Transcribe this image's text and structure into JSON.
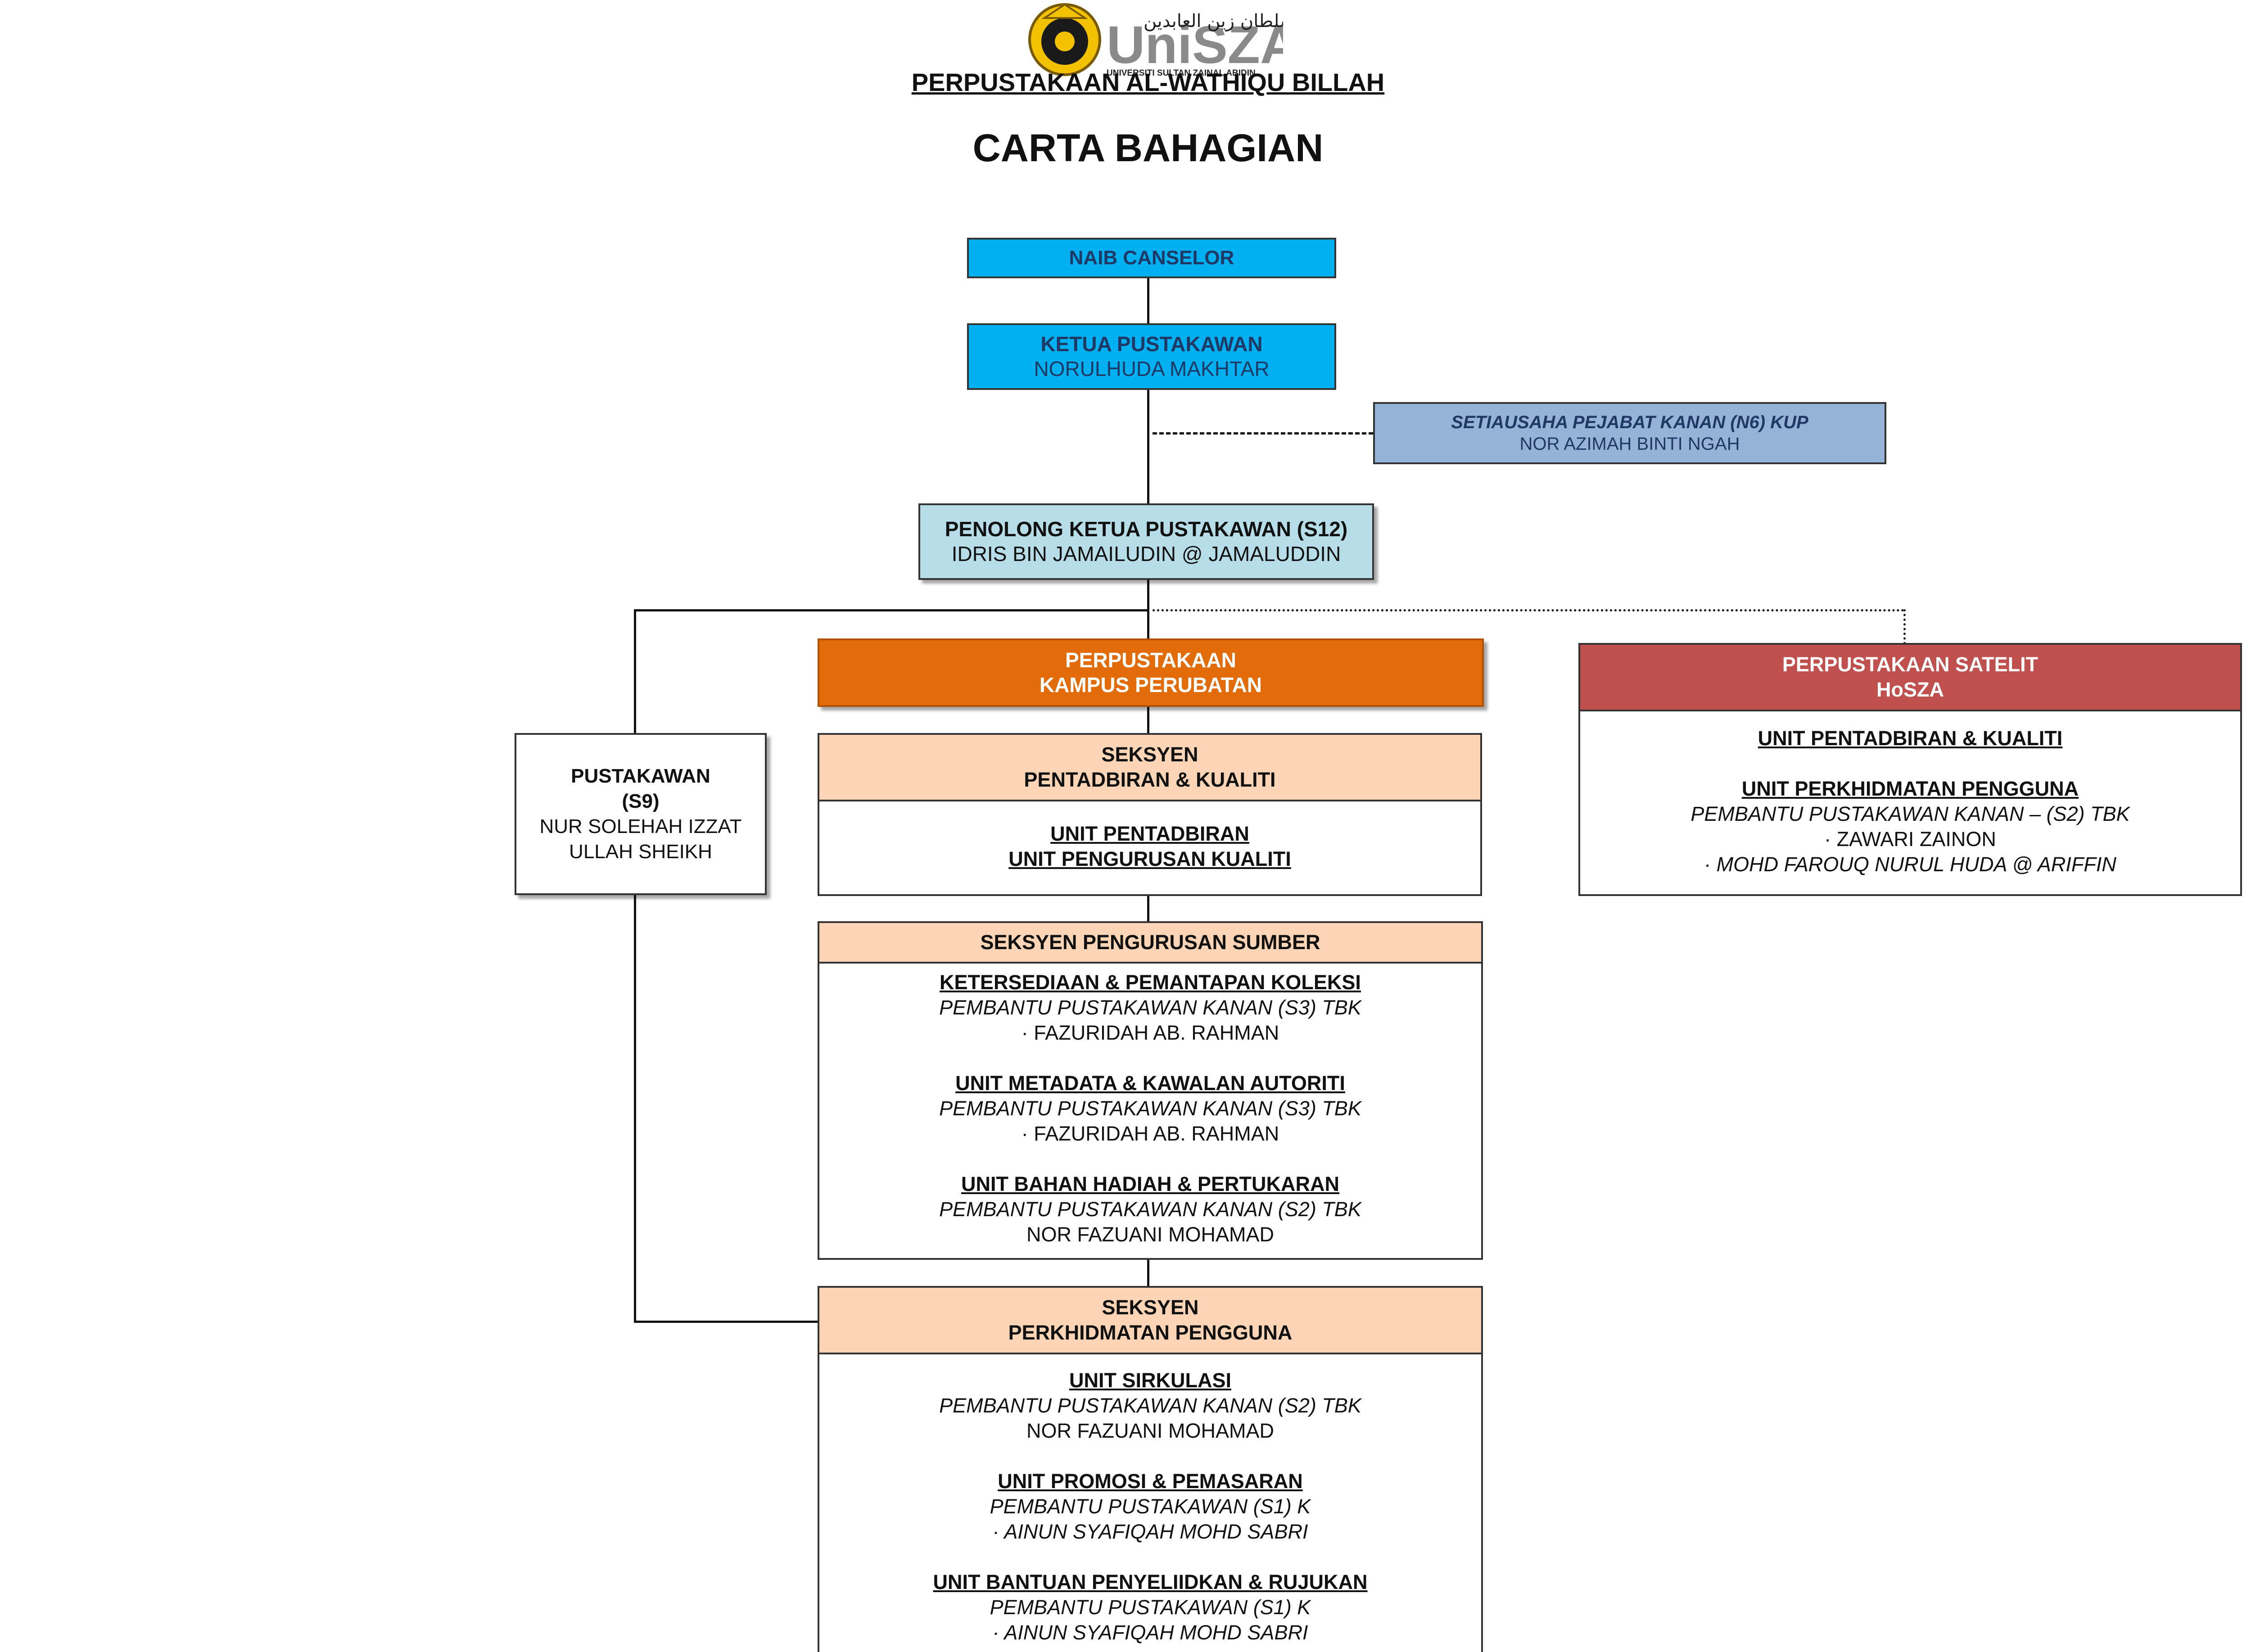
{
  "header": {
    "logo_text": "UniSZA",
    "logo_subtext": "UNIVERSITI SULTAN ZAINAL ABIDIN",
    "logo_jawi": "يونيۏرسيتي سلطان زين العابدين",
    "org_title": "PERPUSTAKAAN AL-WATHIQU BILLAH",
    "chart_title": "CARTA BAHAGIAN"
  },
  "colors": {
    "naib_canselor": "#00b0f0",
    "ketua_pustakawan": "#00b0f0",
    "setiausaha": "#95b3d7",
    "penolong": "#b7dde8",
    "kampus_perubatan": "#e36c0a",
    "satelit": "#c0504d",
    "seksyen_header": "#fbd5b5"
  },
  "nodes": {
    "naib_canselor": {
      "title": "NAIB CANSELOR"
    },
    "ketua_pustakawan": {
      "title": "KETUA PUSTAKAWAN",
      "name": "NORULHUDA MAKHTAR"
    },
    "setiausaha": {
      "title": "SETIAUSAHA PEJABAT KANAN (N6) KUP",
      "name": "NOR AZIMAH BINTI NGAH"
    },
    "penolong": {
      "title": "PENOLONG KETUA PUSTAKAWAN (S12)",
      "name": "IDRIS BIN JAMAILUDIN @ JAMALUDDIN"
    },
    "pustakawan": {
      "title1": "PUSTAKAWAN",
      "title2": "(S9)",
      "name1": "NUR SOLEHAH IZZAT",
      "name2": "ULLAH SHEIKH"
    },
    "kampus_perubatan": {
      "line1": "PERPUSTAKAAN",
      "line2": "KAMPUS PERUBATAN"
    },
    "satelit": {
      "line1": "PERPUSTAKAAN SATELIT",
      "line2": "HoSZA",
      "unit1": "UNIT PENTADBIRAN & KUALITI",
      "unit2": "UNIT PERKHIDMATAN PENGGUNA",
      "role": "PEMBANTU PUSTAKAWAN KANAN – (S2) TBK",
      "person1": "ZAWARI ZAINON",
      "person2": "MOHD FAROUQ NURUL HUDA @ ARIFFIN"
    },
    "seksyen_pentadbiran": {
      "line1": "SEKSYEN",
      "line2": "PENTADBIRAN & KUALITI",
      "unit1": "UNIT PENTADBIRAN",
      "unit2": "UNIT PENGURUSAN KUALITI"
    },
    "seksyen_sumber": {
      "title": "SEKSYEN PENGURUSAN SUMBER",
      "units": [
        {
          "name": "KETERSEDIAAN & PEMANTAPAN KOLEKSI",
          "role": "PEMBANTU PUSTAKAWAN KANAN (S3) TBK",
          "person": "FAZURIDAH AB. RAHMAN"
        },
        {
          "name": "UNIT METADATA & KAWALAN AUTORITI",
          "role": "PEMBANTU PUSTAKAWAN KANAN (S3) TBK",
          "person": "FAZURIDAH AB. RAHMAN"
        },
        {
          "name": "UNIT BAHAN HADIAH & PERTUKARAN",
          "role": "PEMBANTU PUSTAKAWAN KANAN (S2) TBK",
          "person": "NOR FAZUANI MOHAMAD"
        }
      ]
    },
    "seksyen_pengguna": {
      "line1": "SEKSYEN",
      "line2": "PERKHIDMATAN PENGGUNA",
      "units": [
        {
          "name": "UNIT SIRKULASI",
          "role": "PEMBANTU PUSTAKAWAN KANAN (S2) TBK",
          "person": "NOR FAZUANI MOHAMAD"
        },
        {
          "name": "UNIT PROMOSI & PEMASARAN",
          "role": "PEMBANTU PUSTAKAWAN (S1) K",
          "person": "AINUN SYAFIQAH MOHD SABRI"
        },
        {
          "name": "UNIT BANTUAN PENYELIIDKAN & RUJUKAN",
          "role": "PEMBANTU PUSTAKAWAN (S1) K",
          "person": "AINUN SYAFIQAH MOHD SABRI"
        }
      ]
    }
  }
}
